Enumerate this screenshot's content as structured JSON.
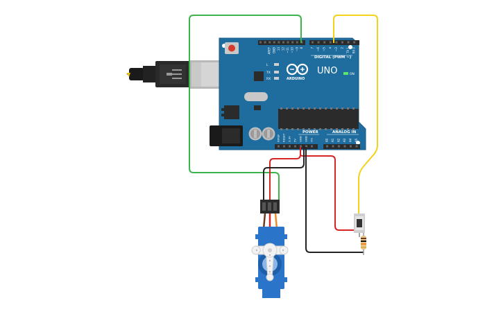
{
  "board": {
    "brand": "ARDUINO",
    "model": "UNO",
    "on_label": "ON",
    "digital_header": "DIGITAL (PWM ~)",
    "power_header": "POWER",
    "analog_header": "ANALOG IN",
    "led_labels": [
      "L",
      "TX",
      "RX"
    ],
    "digital_pins": [
      "AREF",
      "GND",
      "13",
      "12",
      "~11",
      "~10",
      "~9",
      "8",
      "7",
      "~6",
      "~5",
      "4",
      "~3",
      "2",
      "TX 1",
      "RX 0"
    ],
    "power_pins": [
      "IOREF",
      "RESET",
      "3.3V",
      "5V",
      "GND",
      "GND",
      "Vin"
    ],
    "analog_pins": [
      "A0",
      "A1",
      "A2",
      "A3",
      "A4",
      "A5"
    ]
  },
  "wires": {
    "colors": {
      "green": "#3cb44b",
      "yellow": "#f2d21b",
      "red": "#d62424",
      "black": "#222222"
    }
  },
  "components": {
    "usb": "usb-cable",
    "servo": "servo-motor",
    "button": "pushbutton",
    "resistor": "resistor"
  },
  "colors": {
    "board": "#1f6d9e",
    "board_edge": "#175a84",
    "servo_body": "#2a74c9",
    "header": "#2b2b2b"
  }
}
